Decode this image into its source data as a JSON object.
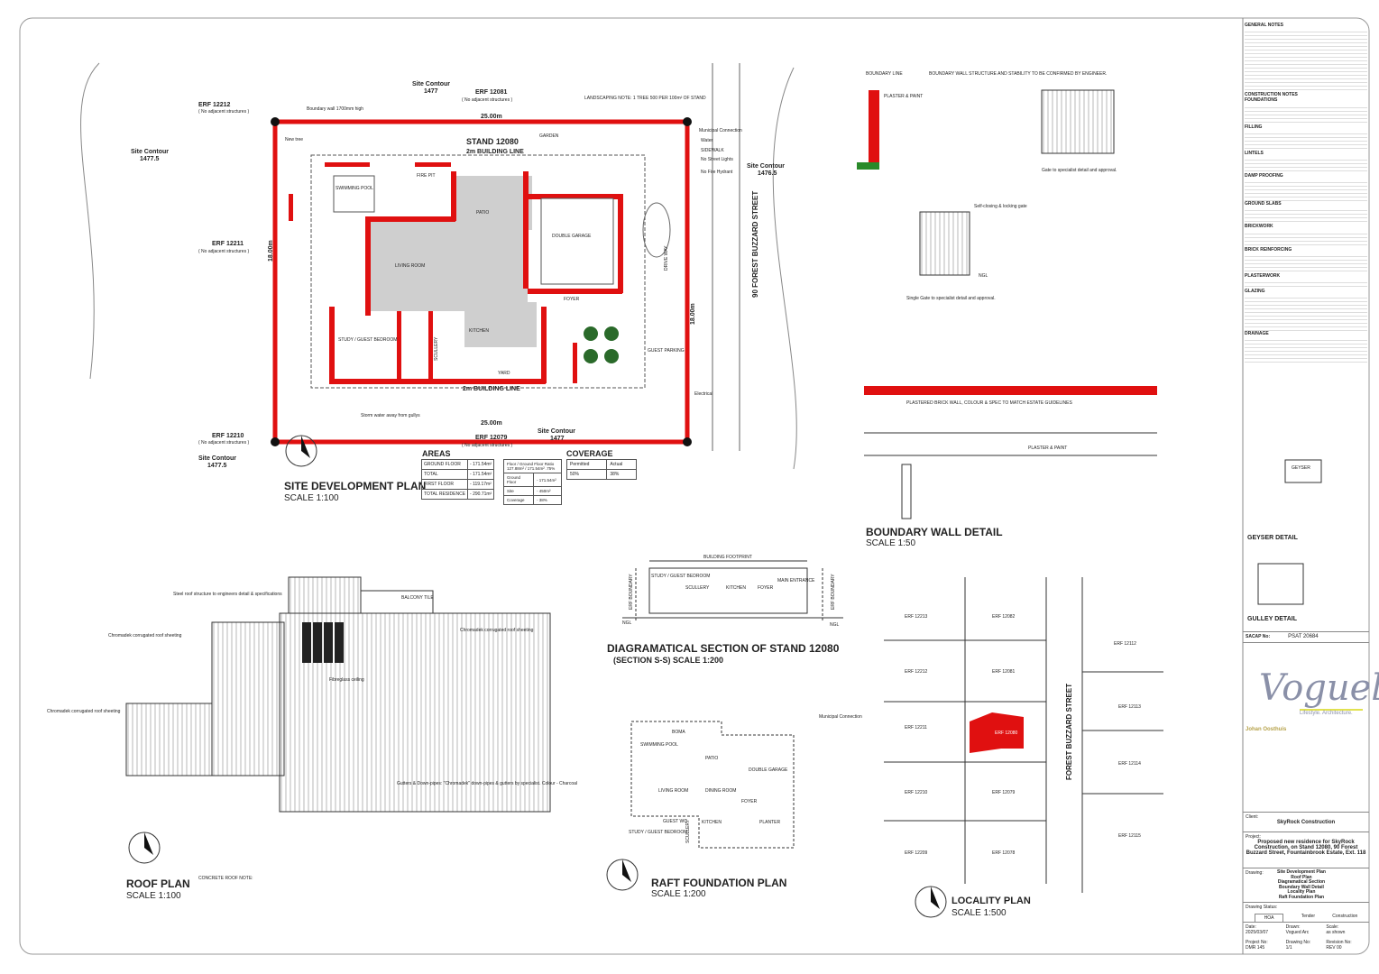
{
  "site_plan": {
    "title": "SITE DEVELOPMENT PLAN",
    "scale": "SCALE 1:100",
    "erfs": [
      {
        "name": "ERF 12212",
        "sub": "( No adjacent structures )"
      },
      {
        "name": "ERF 12081",
        "sub": "( No adjacent structures )"
      },
      {
        "name": "ERF 12211",
        "sub": "( No adjacent structures )"
      },
      {
        "name": "ERF 12210",
        "sub": "( No adjacent structures )"
      },
      {
        "name": "ERF 12079",
        "sub": "( No adjacent structures )"
      }
    ],
    "contours": [
      "Site Contour",
      "1477",
      "1477.5",
      "1476.5"
    ],
    "stand": "STAND 12080",
    "building_line": "2m BUILDING LINE",
    "width_dim": "25.00m",
    "depth_dim": "18.00m",
    "street": "90 FOREST BUZZARD STREET",
    "rooms": [
      "GARDEN",
      "SWIMMING POOL",
      "PATIO",
      "DOUBLE GARAGE",
      "LIVING ROOM",
      "KITCHEN",
      "STUDY / GUEST BEDROOM",
      "SCULLERY",
      "YARD",
      "FOYER",
      "GUEST PARKING",
      "DRIVE WAY",
      "FIRE PIT"
    ],
    "notes": [
      "Municipal Connection",
      "Water",
      "SIDEWALK",
      "No Street Lights",
      "No Fire Hydrant",
      "Electrical",
      "LANDSCAPING NOTE: 1 TREE 500 PER 100m² OF STAND",
      "Storm water away from gullys",
      "Boundary wall 1700mm high",
      "New tree"
    ]
  },
  "areas": {
    "title": "AREAS",
    "rows": [
      [
        "GROUND FLOOR",
        "- 171.54m²"
      ],
      [
        "TOTAL",
        "- 171.54m²"
      ],
      [
        "FIRST FLOOR",
        "- 119.17m²"
      ],
      [
        "TOTAL RESIDENCE",
        "- 290.71m²"
      ]
    ],
    "ratio": [
      [
        "Floor / Ground Floor Ratio 127.88m² / 171.54m² .75%",
        ""
      ],
      [
        "Ground Floor",
        "- 171.54m²"
      ],
      [
        "Site",
        "- 450m²"
      ],
      [
        "Coverage",
        "- 38%"
      ]
    ]
  },
  "coverage": {
    "title": "COVERAGE",
    "headers": [
      "Permitted",
      "Actual"
    ],
    "values": [
      "50%",
      "38%"
    ]
  },
  "roof_plan": {
    "title": "ROOF PLAN",
    "scale": "SCALE 1:100",
    "labels": [
      "BALCONY TILE",
      "Steel roof structure to engineers detail & specifications",
      "Chromadek corrugated roof sheeting",
      "Gutters & Down-pipes: \"Chromadek\" down-pipes & gutters by specialist. Colour - Charcoal",
      "Fibreglass ceiling",
      "CONCRETE ROOF NOTE:"
    ]
  },
  "section": {
    "title": "DIAGRAMATICAL SECTION OF STAND 12080",
    "sub": "(SECTION S-S)",
    "scale": "SCALE 1:200",
    "labels": [
      "BUILDING FOOTPRINT",
      "STUDY / GUEST BEDROOM",
      "SCULLERY",
      "KITCHEN",
      "FOYER",
      "MAIN ENTRANCE",
      "NGL",
      "ERF BOUNDARY"
    ]
  },
  "raft": {
    "title": "RAFT FOUNDATION PLAN",
    "scale": "SCALE 1:200",
    "labels": [
      "BOMA",
      "SWIMMING POOL",
      "PATIO",
      "DOUBLE GARAGE",
      "LIVING ROOM",
      "DINING ROOM",
      "FOYER",
      "KITCHEN",
      "PLANTER",
      "STUDY / GUEST BEDROOM",
      "GUEST WC",
      "SCULLERY",
      "Municipal Connection"
    ]
  },
  "locality": {
    "title": "LOCALITY PLAN",
    "scale": "SCALE 1:500",
    "street": "FOREST BUZZARD STREET",
    "erfs": [
      "ERF 12213",
      "ERF 12082",
      "ERF 12212",
      "ERF 12081",
      "ERF 12211",
      "ERF 12080",
      "ERF 12210",
      "ERF 12079",
      "ERF 12209",
      "ERF 12078",
      "ERF 12112",
      "ERF 12113",
      "ERF 12114",
      "ERF 12115"
    ]
  },
  "boundary_wall": {
    "title": "BOUNDARY WALL DETAIL",
    "scale": "SCALE 1:50",
    "labels": [
      "BOUNDARY LINE",
      "BOUNDARY WALL STRUCTURE AND STABILITY TO BE CONFIRMED BY ENGINEER.",
      "PLASTER & PAINT",
      "Self-closing & locking gate",
      "Gate to specialist detail and approval.",
      "Single Gate to specialist detail and approval.",
      "NGL",
      "PLASTERED BRICK WALL, COLOUR & SPEC TO MATCH ESTATE GUIDELINES"
    ]
  },
  "geyser": {
    "title": "GEYSER DETAIL",
    "label": "GEYSER"
  },
  "gulley": {
    "title": "GULLEY DETAIL"
  },
  "general_notes": {
    "title": "GENERAL NOTES",
    "construction": "CONSTRUCTION NOTES",
    "sections": [
      "FOUNDATIONS",
      "FILLING",
      "LINTELS",
      "DAMP PROOFING",
      "GROUND SLABS",
      "BRICKWORK",
      "BRICK REINFORCING",
      "PLASTERWORK",
      "GLAZING",
      "DRAINAGE"
    ]
  },
  "title_block": {
    "sacap_label": "SACAP No:",
    "sacap": "PSAT 20684",
    "logo": "Voguel",
    "logo_sub": "Lifestyle. Architecture.",
    "architect": "Johan Oosthuis",
    "client_label": "Client:",
    "client": "SkyRock Construction",
    "project_label": "Project:",
    "project": "Proposed new residence for SkyRock Construction, on Stand 12080, 90 Forest Buzzard Street, Fountainbrook Estate, Ext. 118",
    "drawing_label": "Drawing:",
    "drawings": [
      "Site Development Plan",
      "Roof Plan",
      "Diagramatical Section",
      "Boundary Wall Detail",
      "Locality Plan",
      "Raft Foundation Plan"
    ],
    "status_label": "Drawing Status:",
    "statuses": [
      "HOA",
      "Tender",
      "Construction"
    ],
    "date_label": "Date:",
    "date": "2025/03/07",
    "drawn_label": "Drawn:",
    "drawn": "Vogued Arc",
    "scale_label": "Scale:",
    "scale": "as shown",
    "project_no_label": "Project No:",
    "project_no": "DMR 145",
    "drawing_no_label": "Drawing No:",
    "drawing_no": "1/1",
    "revision_label": "Revision No:",
    "revision": "REV 00"
  },
  "colors": {
    "wall": "#e01010",
    "floor": "#cfcfcf",
    "line": "#222222"
  }
}
